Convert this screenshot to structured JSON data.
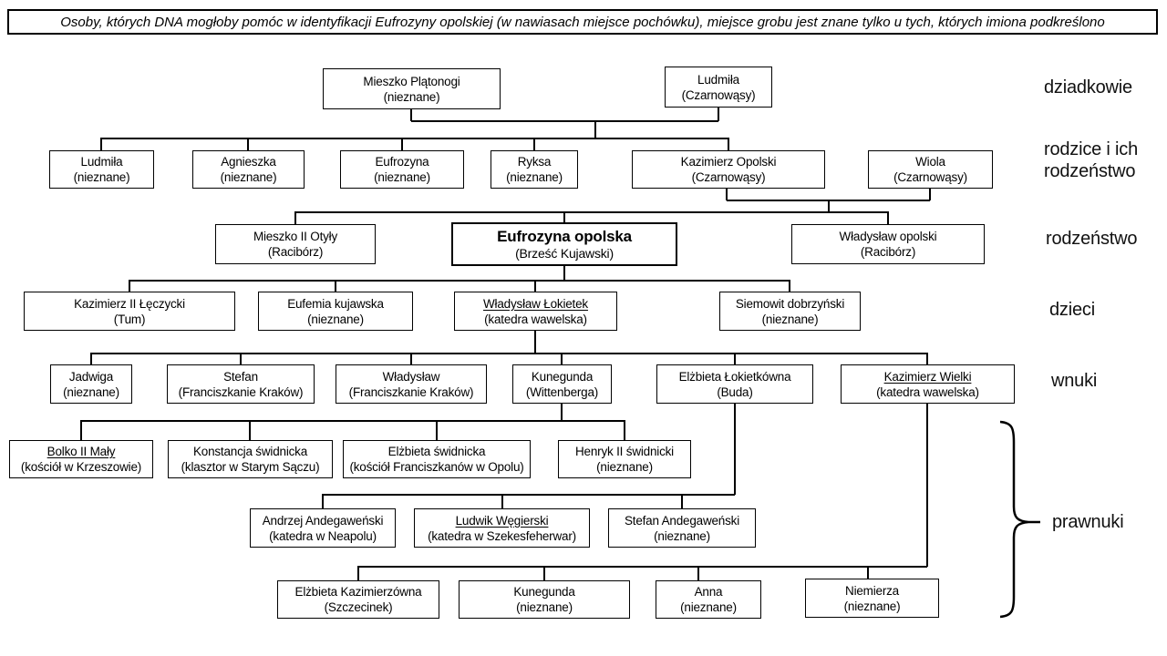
{
  "title": "Osoby, których DNA mogłoby pomóc w identyfikacji Eufrozyny opolskiej (w nawiasach miejsce pochówku),  miejsce grobu jest znane tylko u tych, których imiona podkreślono",
  "generation_labels": {
    "dziadkowie": "dziadkowie",
    "rodzice": "rodzice i ich rodzeństwo",
    "rodzenstwo": "rodzeństwo",
    "dzieci": "dzieci",
    "wnuki": "wnuki",
    "prawnuki": "prawnuki"
  },
  "legend": {
    "bold_means": "Eufrozyna opolska",
    "underline_means": "miejsce grobu jest znane"
  },
  "persons": [
    {
      "name": "Mieszko Plątonogi",
      "place": "(nieznane)",
      "generation": "dziadkowie",
      "grave_known": false
    },
    {
      "name": "Ludmiła",
      "place": "(Czarnowąsy)",
      "generation": "dziadkowie",
      "grave_known": false
    },
    {
      "name": "Ludmiła",
      "place": "(nieznane)",
      "generation": "rodzice i ich rodzeństwo",
      "grave_known": false
    },
    {
      "name": "Agnieszka",
      "place": "(nieznane)",
      "generation": "rodzice i ich rodzeństwo",
      "grave_known": false
    },
    {
      "name": "Eufrozyna",
      "place": "(nieznane)",
      "generation": "rodzice i ich rodzeństwo",
      "grave_known": false
    },
    {
      "name": "Ryksa",
      "place": "(nieznane)",
      "generation": "rodzice i ich rodzeństwo",
      "grave_known": false
    },
    {
      "name": "Kazimierz Opolski",
      "place": "(Czarnowąsy)",
      "generation": "rodzice i ich rodzeństwo",
      "grave_known": false
    },
    {
      "name": "Wiola",
      "place": "(Czarnowąsy)",
      "generation": "rodzice i ich rodzeństwo",
      "grave_known": false
    },
    {
      "name": "Mieszko II Otyły",
      "place": "(Racibórz)",
      "generation": "rodzeństwo",
      "grave_known": false
    },
    {
      "name": "Eufrozyna opolska",
      "place": "(Brześć Kujawski)",
      "generation": "rodzeństwo",
      "grave_known": false
    },
    {
      "name": "Władysław opolski",
      "place": "(Racibórz)",
      "generation": "rodzeństwo",
      "grave_known": false
    },
    {
      "name": "Kazimierz II Łęczycki",
      "place": "(Tum)",
      "generation": "dzieci",
      "grave_known": false
    },
    {
      "name": "Eufemia kujawska",
      "place": "(nieznane)",
      "generation": "dzieci",
      "grave_known": false
    },
    {
      "name": "Władysław Łokietek",
      "place": "(katedra wawelska)",
      "generation": "dzieci",
      "grave_known": true
    },
    {
      "name": "Siemowit dobrzyński",
      "place": "(nieznane)",
      "generation": "dzieci",
      "grave_known": false
    },
    {
      "name": "Jadwiga",
      "place": "(nieznane)",
      "generation": "wnuki",
      "grave_known": false
    },
    {
      "name": "Stefan",
      "place": "(Franciszkanie Kraków)",
      "generation": "wnuki",
      "grave_known": false
    },
    {
      "name": "Władysław",
      "place": "(Franciszkanie Kraków)",
      "generation": "wnuki",
      "grave_known": false
    },
    {
      "name": "Kunegunda",
      "place": "(Wittenberga)",
      "generation": "wnuki",
      "grave_known": false
    },
    {
      "name": "Elżbieta Łokietkówna",
      "place": "(Buda)",
      "generation": "wnuki",
      "grave_known": false
    },
    {
      "name": "Kazimierz Wielki",
      "place": "(katedra wawelska)",
      "generation": "wnuki",
      "grave_known": true
    },
    {
      "name": "Bolko II Mały",
      "place": "(kościół w Krzeszowie)",
      "generation": "prawnuki",
      "grave_known": true
    },
    {
      "name": "Konstancja świdnicka",
      "place": "(klasztor w Starym Sączu)",
      "generation": "prawnuki",
      "grave_known": false
    },
    {
      "name": "Elżbieta świdnicka",
      "place": "(kościół Franciszkanów w Opolu)",
      "generation": "prawnuki",
      "grave_known": false
    },
    {
      "name": "Henryk II świdnicki",
      "place": "(nieznane)",
      "generation": "prawnuki",
      "grave_known": false
    },
    {
      "name": "Andrzej Andegaweński",
      "place": "(katedra w Neapolu)",
      "generation": "prawnuki",
      "grave_known": false
    },
    {
      "name": "Ludwik Węgierski",
      "place": "(katedra w Szekesfeherwar)",
      "generation": "prawnuki",
      "grave_known": true
    },
    {
      "name": "Stefan Andegaweński",
      "place": "(nieznane)",
      "generation": "prawnuki",
      "grave_known": false
    },
    {
      "name": "Elżbieta Kazimierzówna",
      "place": "(Szczecinek)",
      "generation": "prawnuki",
      "grave_known": false
    },
    {
      "name": "Kunegunda",
      "place": "(nieznane)",
      "generation": "prawnuki",
      "grave_known": false
    },
    {
      "name": "Anna",
      "place": "(nieznane)",
      "generation": "prawnuki",
      "grave_known": false
    },
    {
      "name": "Niemierza",
      "place": "(nieznane)",
      "generation": "prawnuki",
      "grave_known": false
    }
  ]
}
